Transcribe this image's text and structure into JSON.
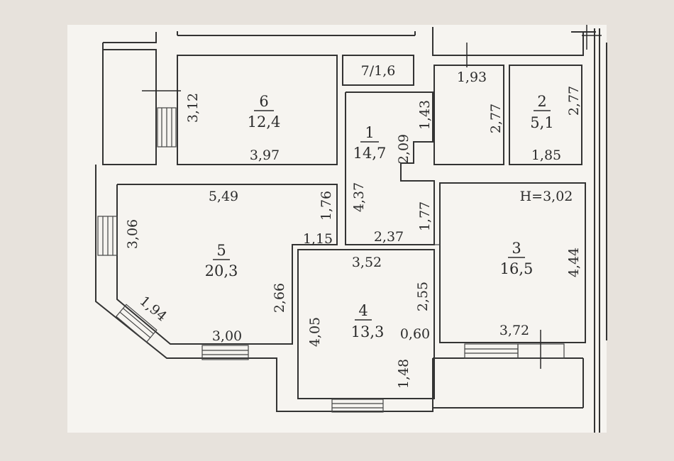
{
  "rooms": {
    "r1": {
      "number": "1",
      "area": "14,7"
    },
    "r2": {
      "number": "2",
      "area": "5,1"
    },
    "r3": {
      "number": "3",
      "area": "16,5"
    },
    "r4": {
      "number": "4",
      "area": "13,3"
    },
    "r5": {
      "number": "5",
      "area": "20,3"
    },
    "r6": {
      "number": "6",
      "area": "12,4"
    },
    "r7": {
      "label": "7/1,6"
    }
  },
  "height_label": "H=3,02",
  "dims": {
    "d_312": "3,12",
    "d_397": "3,97",
    "d_193": "1,93",
    "d_143": "1,43",
    "d_277a": "2,77",
    "d_277b": "2,77",
    "d_185": "1,85",
    "d_209": "2,09",
    "d_437": "4,37",
    "d_177": "1,77",
    "d_237": "2,37",
    "d_549": "5,49",
    "d_176": "1,76",
    "d_115": "1,15",
    "d_306": "3,06",
    "d_266": "2,66",
    "d_194": "1,94",
    "d_300": "3,00",
    "d_352": "3,52",
    "d_255": "2,55",
    "d_405": "4,05",
    "d_060": "0,60",
    "d_148": "1,48",
    "d_444": "4,44",
    "d_372": "3,72"
  }
}
